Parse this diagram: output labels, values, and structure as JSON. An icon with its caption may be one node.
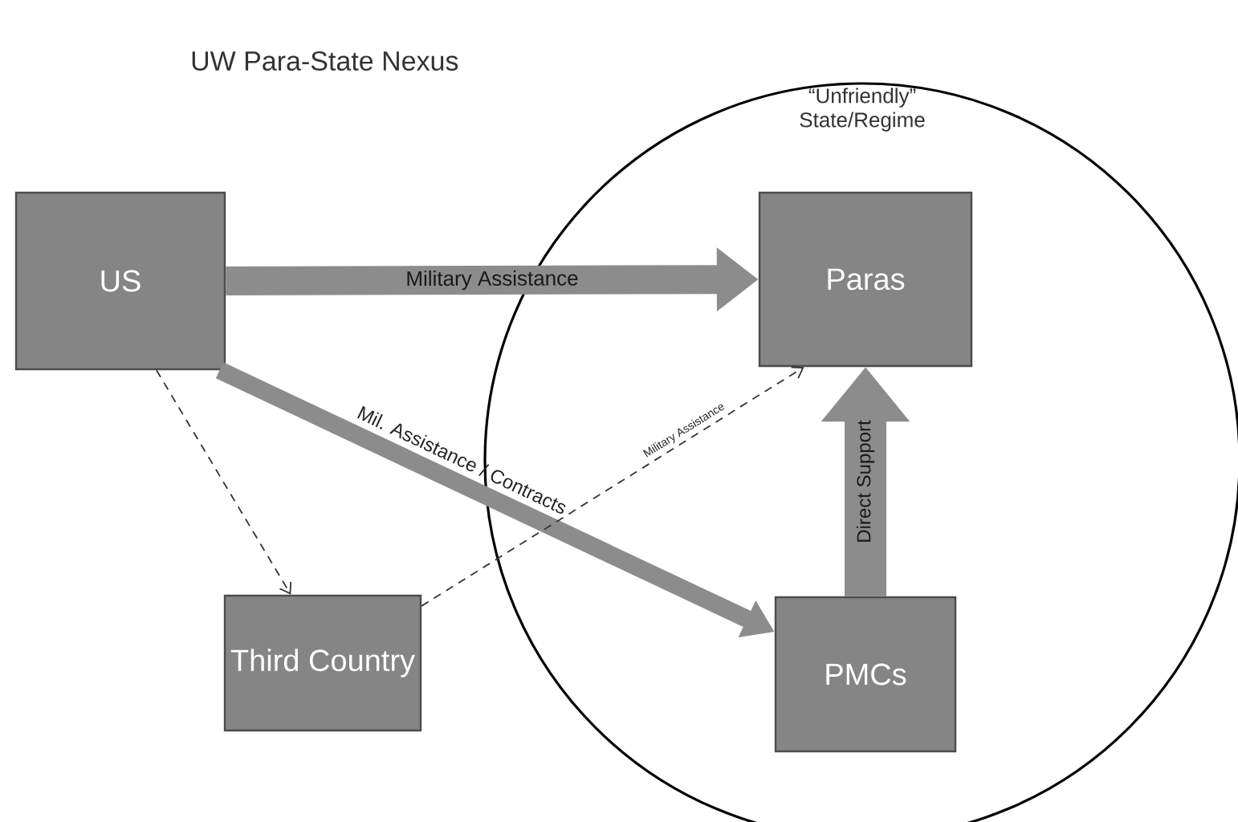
{
  "diagram": {
    "title": "UW Para-State Nexus",
    "nodes": [
      {
        "text": [
          "“Unfriendly” State/Regime"
        ]
      },
      {
        "text": [
          "US"
        ]
      },
      {
        "text": [
          "Paras"
        ],
        "in": 0
      },
      {
        "text": [
          "Third Country"
        ]
      },
      {
        "text": [
          "PMCs"
        ],
        "in": 0
      }
    ],
    "edges": [
      {
        "from": 1,
        "to": 2,
        "arrow": "to",
        "label": "Military Assistance"
      },
      {
        "from": 1,
        "to": 4,
        "arrow": "to",
        "label": "Mil. Assistance / Contracts"
      },
      {
        "from": 1,
        "to": 3,
        "arrow": "to",
        "style": "dashed"
      },
      {
        "from": 3,
        "to": 2,
        "arrow": "to",
        "label": "Military Assistance",
        "style": "dashed"
      },
      {
        "from": 4,
        "to": 2,
        "arrow": "to",
        "label": "Direct Support",
        "style": "thick"
      }
    ]
  }
}
